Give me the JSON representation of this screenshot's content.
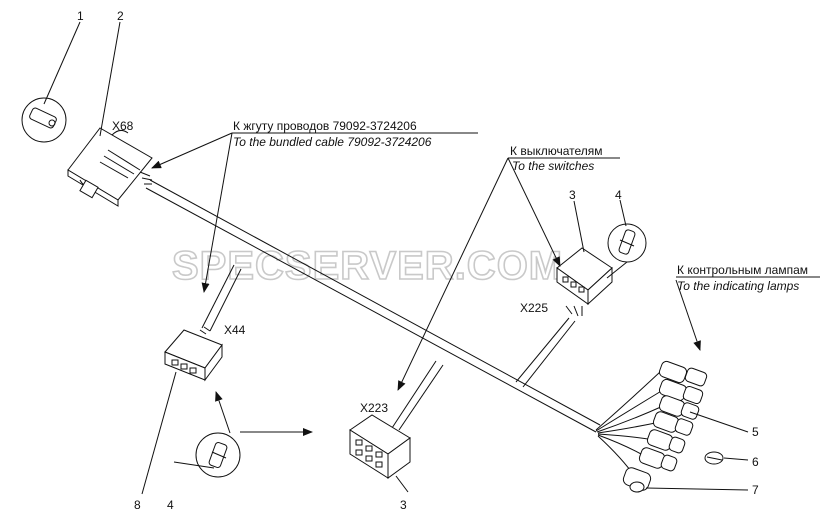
{
  "watermark": "SPECSERVER.COM",
  "connectors": {
    "x68": "X68",
    "x44": "X44",
    "x223": "X223",
    "x225": "X225"
  },
  "labels": {
    "bundle_ru": "К жгуту проводов 79092-3724206",
    "bundle_en": "To the bundled cable 79092-3724206",
    "switches_ru": "К выключателям",
    "switches_en": "To the switches",
    "lamps_ru": "К контрольным лампам",
    "lamps_en": "To the indicating lamps"
  },
  "callouts": {
    "c1": "1",
    "c2": "2",
    "c3_top": "3",
    "c3_bottom": "3",
    "c4_top": "4",
    "c4_bottom": "4",
    "c5": "5",
    "c6": "6",
    "c7": "7",
    "c8": "8"
  }
}
